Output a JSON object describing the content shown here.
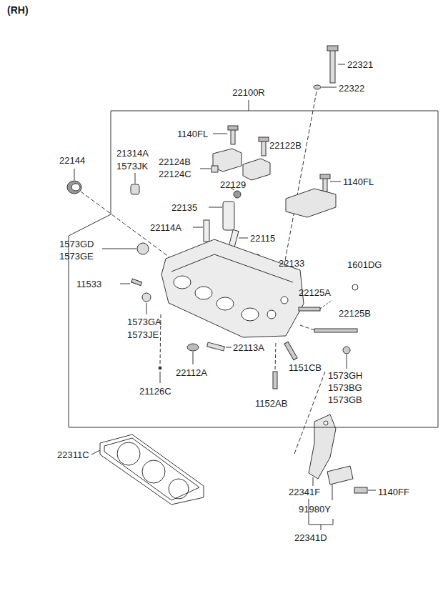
{
  "diagram": {
    "title": "(RH)",
    "nodes": [
      {
        "text": [
          "22100R"
        ]
      }
    ],
    "edges": [],
    "labels": [
      "22321",
      "22322",
      "1140FL",
      "22122B",
      "21314A",
      "1573JK",
      "22144",
      "22124B",
      "22124C",
      "1140FL",
      "22129",
      "22135",
      "22114A",
      "22115",
      "1573GD",
      "1573GE",
      "22133",
      "1601DG",
      "11533",
      "22125A",
      "22125B",
      "1573GA",
      "1573JE",
      "22113A",
      "1151CB",
      "22112A",
      "1573GH",
      "1573BG",
      "1573GB",
      "21126C",
      "1152AB",
      "22311C",
      "22341F",
      "1140FF",
      "91980Y",
      "22341D"
    ]
  }
}
